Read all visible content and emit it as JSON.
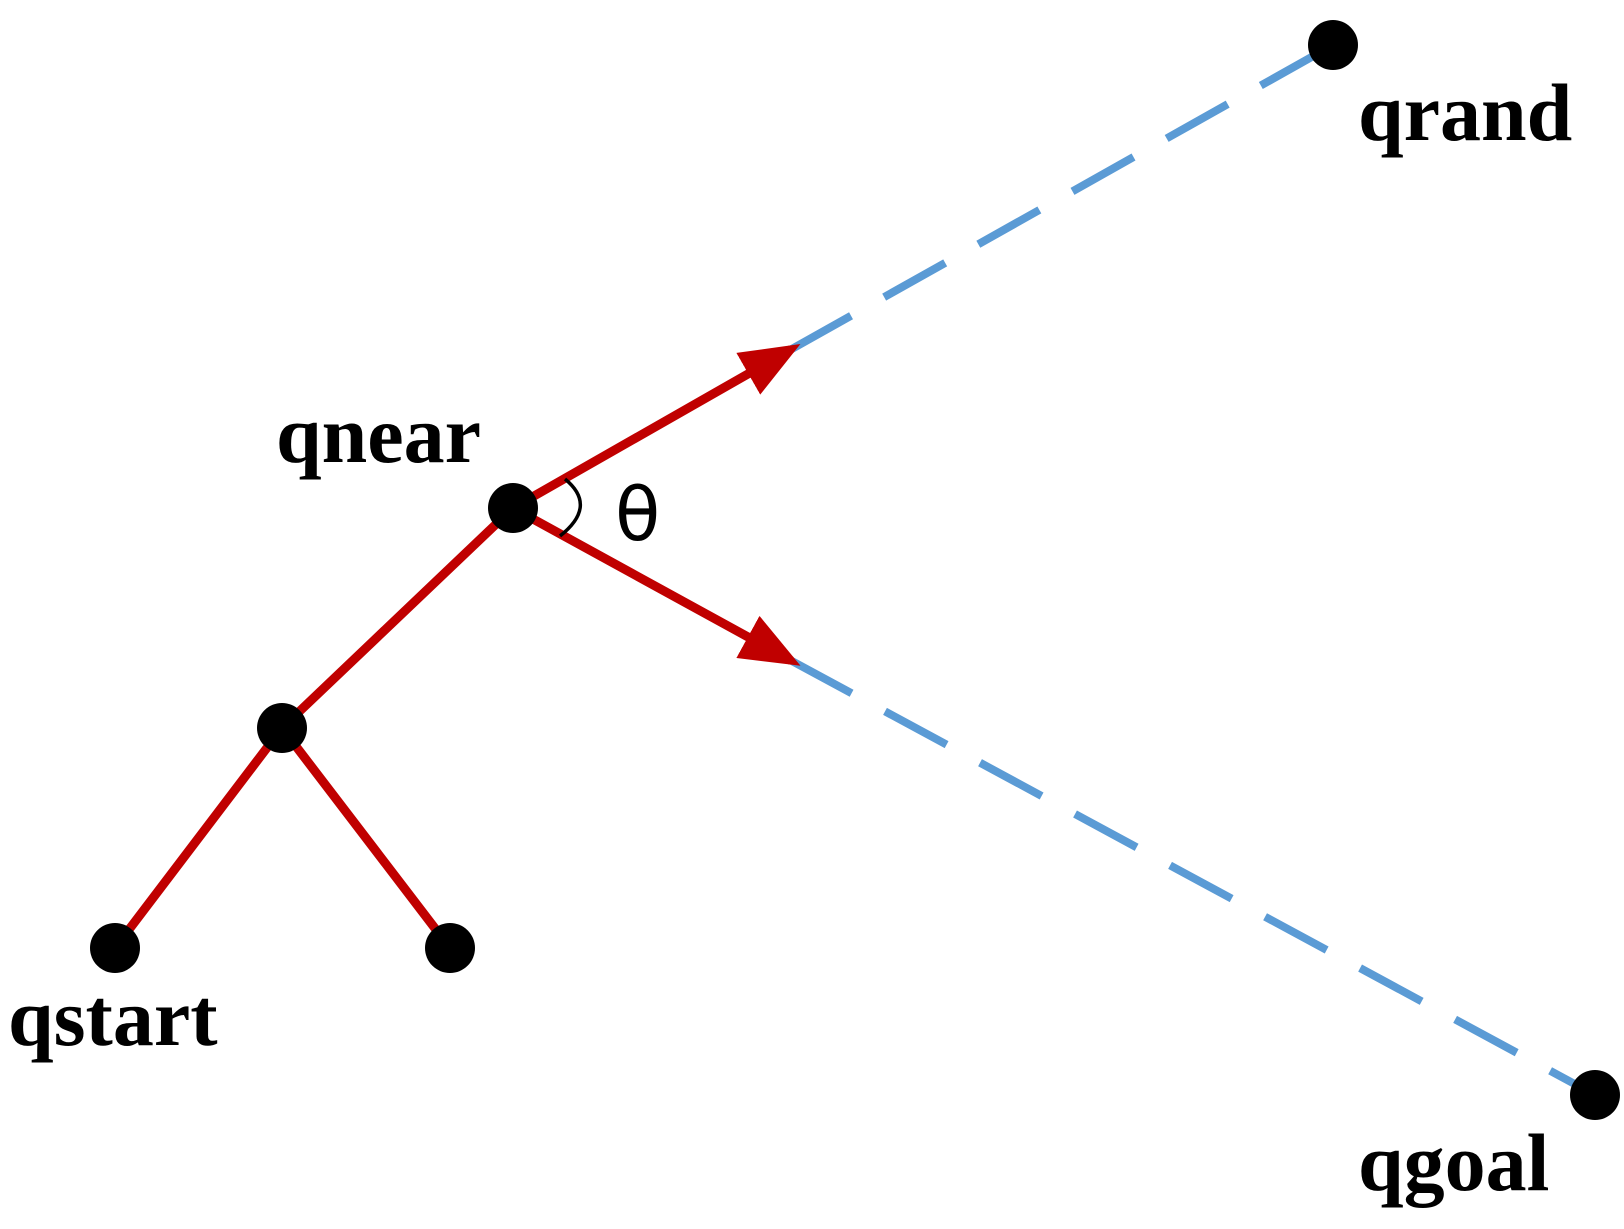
{
  "colors": {
    "tree_edge": "#c00000",
    "dashed_edge": "#5b9bd5",
    "node": "#000000",
    "text": "#000000"
  },
  "labels": {
    "qstart": "qstart",
    "qnear": "qnear",
    "qrand": "qrand",
    "qgoal": "qgoal",
    "theta": "θ"
  }
}
